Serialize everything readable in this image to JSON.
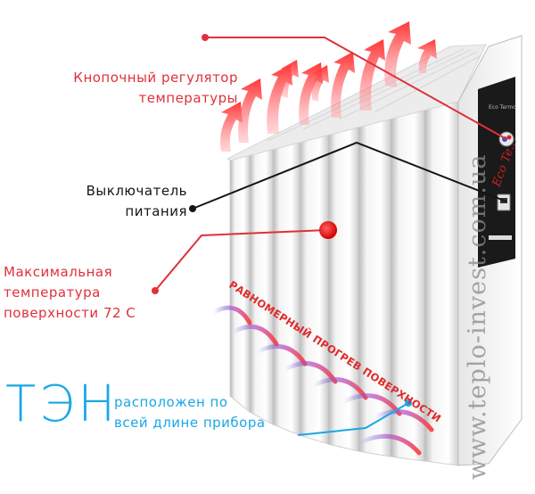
{
  "callouts": {
    "thermostat": {
      "line1": "Кнопочный регулятор",
      "line2": "температуры"
    },
    "switch": {
      "line1": "Выключатель",
      "line2": "питания"
    },
    "max_temp": {
      "line1": "Максимальная",
      "line2": "температура",
      "line3": "поверхности 72 С"
    },
    "heater": {
      "title": "ТЭН",
      "line1": "расположен по",
      "line2": "всей длине прибора"
    }
  },
  "radiator_text": "РАВНОМЕРНЫЙ ПРОГРЕВ ПОВЕРХНОСТИ",
  "watermark": "www.teplo-invest.com.ua",
  "colors": {
    "accent_red": "#e0303a",
    "accent_blue": "#1aa7e6",
    "text_dark": "#151515"
  },
  "icons": [
    "heat-arrow-icon",
    "power-switch-icon",
    "thermostat-knob-icon"
  ]
}
